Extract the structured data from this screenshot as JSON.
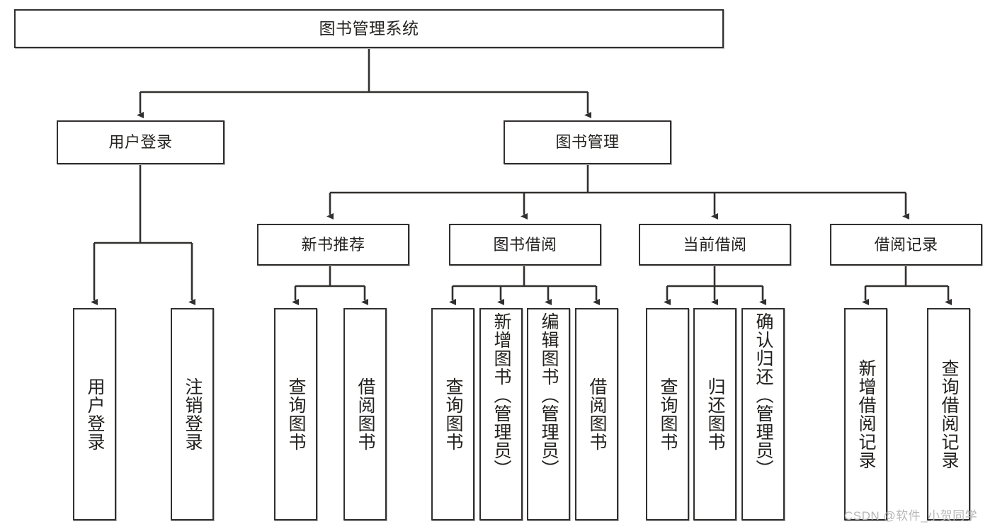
{
  "diagram": {
    "type": "tree-hierarchy-chart",
    "title": "图书管理系统",
    "edge_color": "#32302f",
    "box_border_color": "#32302f",
    "box_fill_color": "#ffffff",
    "text_color": "#23211f",
    "root": {
      "label": "图书管理系统",
      "orientation": "horizontal"
    },
    "level2": [
      {
        "label": "用户登录",
        "orientation": "horizontal"
      },
      {
        "label": "图书管理",
        "orientation": "horizontal"
      }
    ],
    "level3": [
      {
        "label": "新书推荐",
        "orientation": "horizontal"
      },
      {
        "label": "图书借阅",
        "orientation": "horizontal"
      },
      {
        "label": "当前借阅",
        "orientation": "horizontal"
      },
      {
        "label": "借阅记录",
        "orientation": "horizontal"
      }
    ],
    "leaves": {
      "user_login": [
        {
          "label": "用户登录",
          "orientation": "vertical"
        },
        {
          "label": "注销登录",
          "orientation": "vertical"
        }
      ],
      "new_book_recommend": [
        {
          "label": "查询图书",
          "orientation": "vertical"
        },
        {
          "label": "借阅图书",
          "orientation": "vertical"
        }
      ],
      "book_borrow": [
        {
          "label": "查询图书",
          "orientation": "vertical"
        },
        {
          "label": "新增图书（管理员）",
          "orientation": "vertical"
        },
        {
          "label": "编辑图书（管理员）",
          "orientation": "vertical"
        },
        {
          "label": "借阅图书",
          "orientation": "vertical"
        }
      ],
      "current_borrow": [
        {
          "label": "查询图书",
          "orientation": "vertical"
        },
        {
          "label": "归还图书",
          "orientation": "vertical"
        },
        {
          "label": "确认归还（管理员）",
          "orientation": "vertical"
        }
      ],
      "borrow_record": [
        {
          "label": "新增借阅记录",
          "orientation": "vertical"
        },
        {
          "label": "查询借阅记录",
          "orientation": "vertical"
        }
      ]
    }
  },
  "watermark": {
    "text": "CSDN @软件_小贺同学"
  }
}
